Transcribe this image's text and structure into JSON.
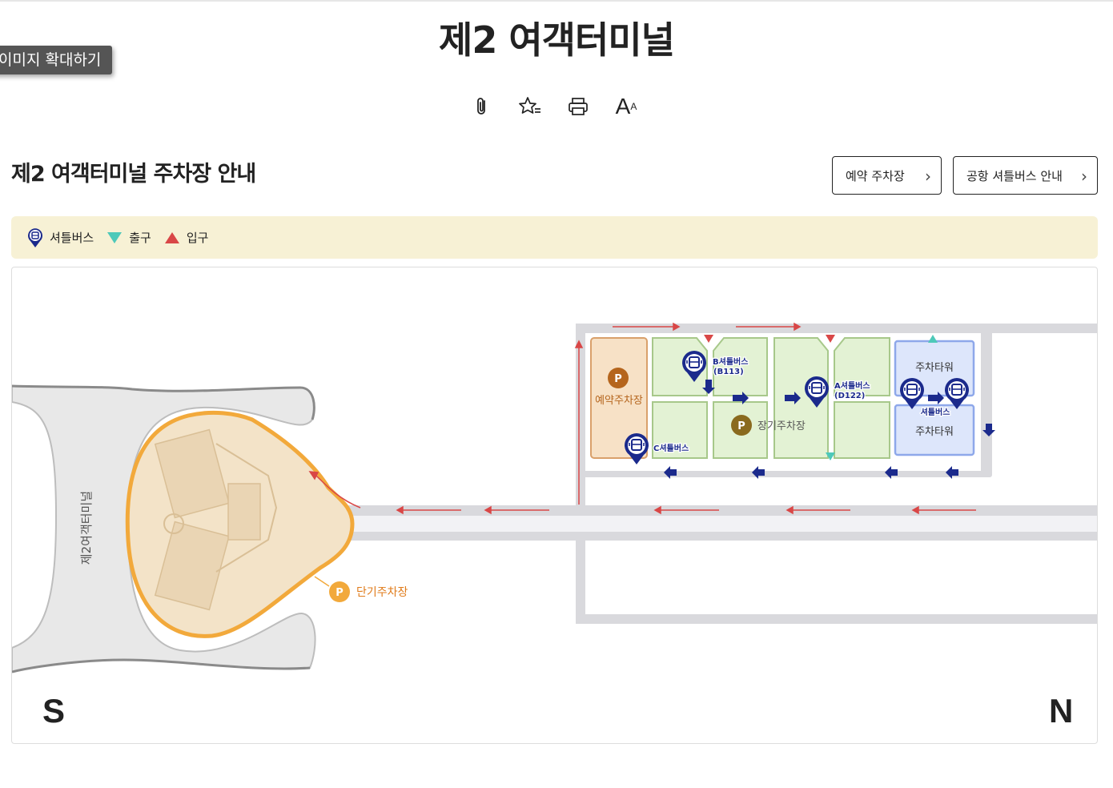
{
  "page": {
    "title": "제2 여객터미널",
    "zoom_tooltip": "이미지 확대하기"
  },
  "tools": [
    "clip-icon",
    "bookmark-icon",
    "print-icon",
    "font-size-icon"
  ],
  "font_tool": {
    "big": "A",
    "small": "A"
  },
  "section": {
    "title": "제2 여객터미널 주차장 안내",
    "buttons": [
      {
        "label": "예약 주차장",
        "chevron": "›"
      },
      {
        "label": "공항 셔틀버스 안내",
        "chevron": "›"
      }
    ]
  },
  "legend": [
    {
      "icon": "shuttle-bus-pin-icon",
      "label": "셔틀버스",
      "color": "#1b2a8c"
    },
    {
      "icon": "exit-triangle-icon",
      "label": "출구",
      "color": "#4ec9b9"
    },
    {
      "icon": "entrance-triangle-icon",
      "label": "입구",
      "color": "#d94747"
    }
  ],
  "map": {
    "terminal_label": "제2여객터미널",
    "short_term_parking": "단기주차장",
    "reserved_parking": "예약주차장",
    "long_term_parking": "장기주차장",
    "parking_tower_top": "주차타워",
    "parking_tower_bottom": "주차타워",
    "parking_symbol": "P",
    "shuttle_b": {
      "name": "B셔틀버스",
      "code": "(B113)"
    },
    "shuttle_a": {
      "name": "A셔틀버스",
      "code": "(D122)"
    },
    "shuttle_c": "C셔틀버스",
    "shuttle_tower": "셔틀버스",
    "compass_south": "S",
    "compass_north": "N",
    "colors": {
      "road": "#d9d9dd",
      "terminal": "#e8e8e8",
      "short_term": "#f2a93b",
      "reserved": "#b5651d",
      "long_term_fill": "#e3f2d4",
      "long_term_border": "#a7c88a",
      "tower_fill": "#dde6fb",
      "tower_border": "#8ea8ea",
      "flow_arrow": "#d94747",
      "bus_arrow": "#1b2a8c"
    }
  }
}
